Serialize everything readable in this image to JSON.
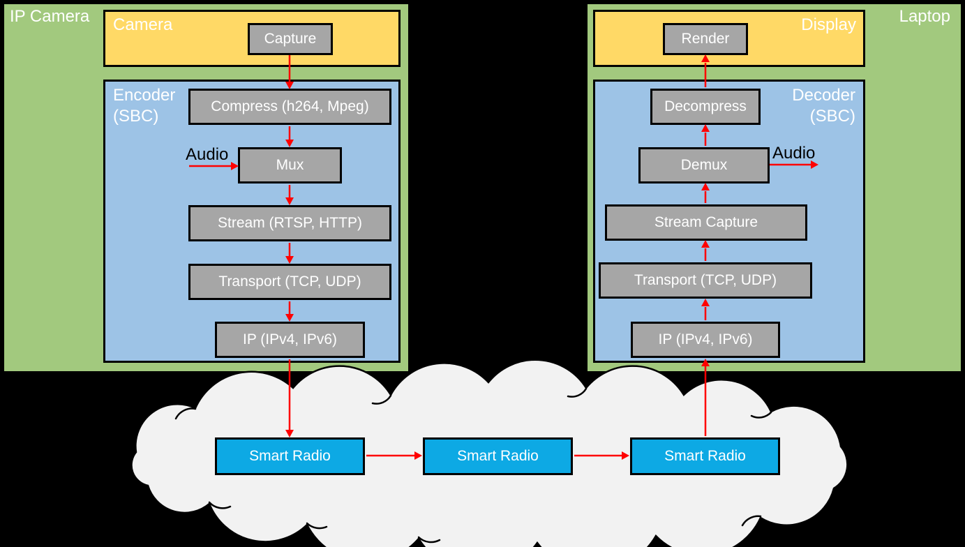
{
  "colors": {
    "background": "#000000",
    "panel_green": "#A2C97E",
    "container_yellow": "#FFD966",
    "container_blue": "#9DC3E6",
    "node_gray": "#A6A6A6",
    "radio_blue": "#0DA9E4",
    "cloud_fill": "#F2F2F2",
    "arrow_red": "#FF0000",
    "text_light": "#FFFFFF",
    "text_dark": "#000000"
  },
  "left_panel": {
    "label": "IP Camera",
    "camera": {
      "label": "Camera",
      "node": "Capture"
    },
    "encoder": {
      "label": "Encoder",
      "sublabel": "(SBC)",
      "audio_label": "Audio",
      "nodes": [
        "Compress (h264, Mpeg)",
        "Mux",
        "Stream (RTSP, HTTP)",
        "Transport (TCP, UDP)",
        "IP (IPv4, IPv6)"
      ]
    }
  },
  "right_panel": {
    "label": "Laptop",
    "display": {
      "label": "Display",
      "node": "Render"
    },
    "decoder": {
      "label": "Decoder",
      "sublabel": "(SBC)",
      "audio_label": "Audio",
      "nodes": [
        "Decompress",
        "Demux",
        "Stream Capture",
        "Transport (TCP, UDP)",
        "IP (IPv4, IPv6)"
      ]
    }
  },
  "cloud": {
    "radios": [
      "Smart Radio",
      "Smart Radio",
      "Smart Radio"
    ]
  }
}
